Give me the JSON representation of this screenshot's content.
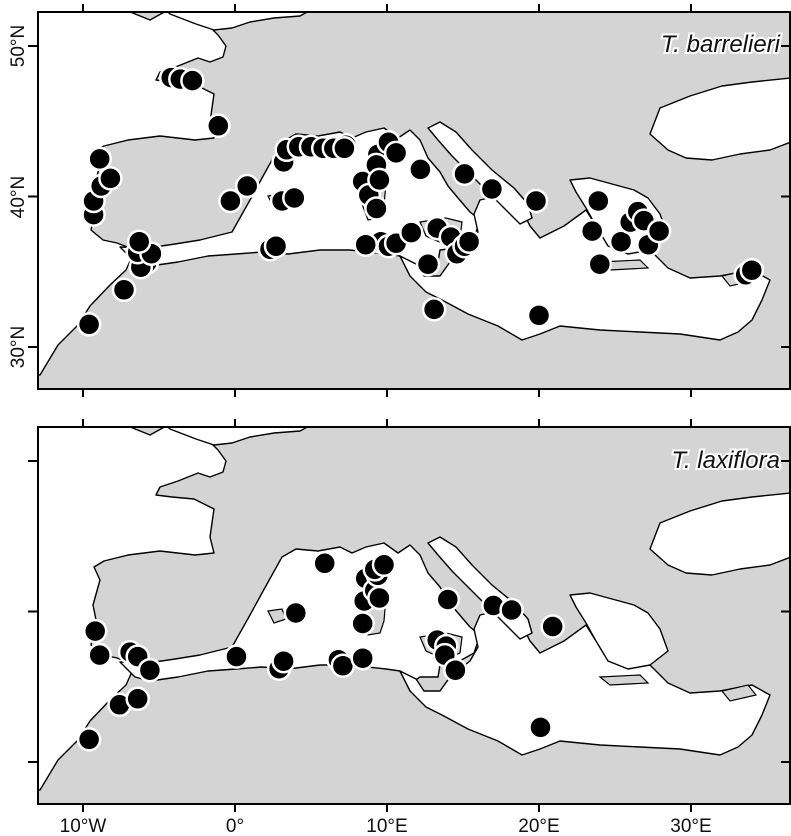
{
  "panels": [
    {
      "species": "T. barrelieri",
      "y_tick_labels": [
        "50°N",
        "40°N",
        "30°N"
      ],
      "occurrences": [
        [
          -9.6,
          31.5
        ],
        [
          -7.3,
          33.8
        ],
        [
          -5.8,
          35.6
        ],
        [
          -6.2,
          35.3
        ],
        [
          -6.4,
          36.3
        ],
        [
          -5.5,
          36.2
        ],
        [
          -6.3,
          37.0
        ],
        [
          -9.3,
          38.8
        ],
        [
          -9.3,
          39.7
        ],
        [
          -8.8,
          40.7
        ],
        [
          -8.2,
          41.2
        ],
        [
          -8.9,
          42.5
        ],
        [
          -4.2,
          47.9
        ],
        [
          -3.6,
          47.8
        ],
        [
          -2.8,
          47.7
        ],
        [
          -1.1,
          44.7
        ],
        [
          -0.3,
          39.7
        ],
        [
          0.8,
          40.7
        ],
        [
          2.3,
          36.5
        ],
        [
          2.7,
          36.7
        ],
        [
          3.1,
          39.7
        ],
        [
          3.9,
          39.9
        ],
        [
          3.2,
          42.3
        ],
        [
          3.4,
          43.1
        ],
        [
          4.2,
          43.3
        ],
        [
          5.0,
          43.3
        ],
        [
          5.8,
          43.2
        ],
        [
          6.5,
          43.2
        ],
        [
          7.3,
          43.4
        ],
        [
          7.2,
          43.2
        ],
        [
          8.4,
          41.0
        ],
        [
          8.8,
          40.1
        ],
        [
          9.3,
          39.2
        ],
        [
          9.4,
          42.8
        ],
        [
          9.3,
          42.1
        ],
        [
          9.5,
          41.1
        ],
        [
          9.6,
          37.0
        ],
        [
          8.6,
          36.8
        ],
        [
          10.1,
          36.7
        ],
        [
          10.6,
          36.9
        ],
        [
          10.1,
          43.6
        ],
        [
          10.6,
          42.9
        ],
        [
          12.2,
          41.8
        ],
        [
          11.6,
          37.6
        ],
        [
          13.3,
          37.9
        ],
        [
          12.7,
          35.5
        ],
        [
          14.2,
          37.3
        ],
        [
          14.6,
          36.2
        ],
        [
          15.1,
          36.7
        ],
        [
          15.4,
          37.0
        ],
        [
          15.1,
          41.5
        ],
        [
          16.9,
          40.5
        ],
        [
          13.1,
          32.5
        ],
        [
          19.8,
          39.7
        ],
        [
          20.0,
          32.1
        ],
        [
          23.5,
          37.7
        ],
        [
          24.0,
          35.5
        ],
        [
          23.9,
          39.7
        ],
        [
          25.4,
          37.0
        ],
        [
          26.0,
          38.3
        ],
        [
          26.5,
          39.0
        ],
        [
          26.9,
          38.4
        ],
        [
          27.2,
          36.8
        ],
        [
          27.9,
          37.7
        ],
        [
          33.6,
          34.8
        ],
        [
          34.0,
          35.1
        ]
      ]
    },
    {
      "species": "T. laxiflora",
      "y_tick_labels": [],
      "occurrences": [
        [
          -9.6,
          31.5
        ],
        [
          -7.6,
          33.8
        ],
        [
          -6.4,
          34.2
        ],
        [
          -9.2,
          38.7
        ],
        [
          -8.9,
          37.1
        ],
        [
          -6.9,
          37.3
        ],
        [
          -6.4,
          37.0
        ],
        [
          -5.6,
          36.1
        ],
        [
          0.1,
          37.0
        ],
        [
          2.9,
          36.2
        ],
        [
          3.2,
          36.7
        ],
        [
          4.0,
          39.9
        ],
        [
          5.9,
          43.2
        ],
        [
          6.8,
          36.8
        ],
        [
          7.1,
          36.4
        ],
        [
          8.4,
          36.9
        ],
        [
          8.4,
          39.2
        ],
        [
          8.5,
          40.7
        ],
        [
          8.6,
          42.2
        ],
        [
          9.2,
          41.4
        ],
        [
          9.4,
          42.4
        ],
        [
          9.5,
          40.9
        ],
        [
          9.2,
          42.8
        ],
        [
          9.8,
          43.1
        ],
        [
          14.0,
          40.8
        ],
        [
          13.3,
          38.1
        ],
        [
          13.9,
          37.7
        ],
        [
          13.8,
          37.1
        ],
        [
          14.5,
          36.1
        ],
        [
          17.0,
          40.4
        ],
        [
          18.2,
          40.1
        ],
        [
          20.9,
          39.0
        ],
        [
          20.1,
          32.3
        ]
      ]
    }
  ],
  "x_tick_labels": [
    "10°W",
    "0°",
    "10°E",
    "20°E",
    "30°E"
  ]
}
